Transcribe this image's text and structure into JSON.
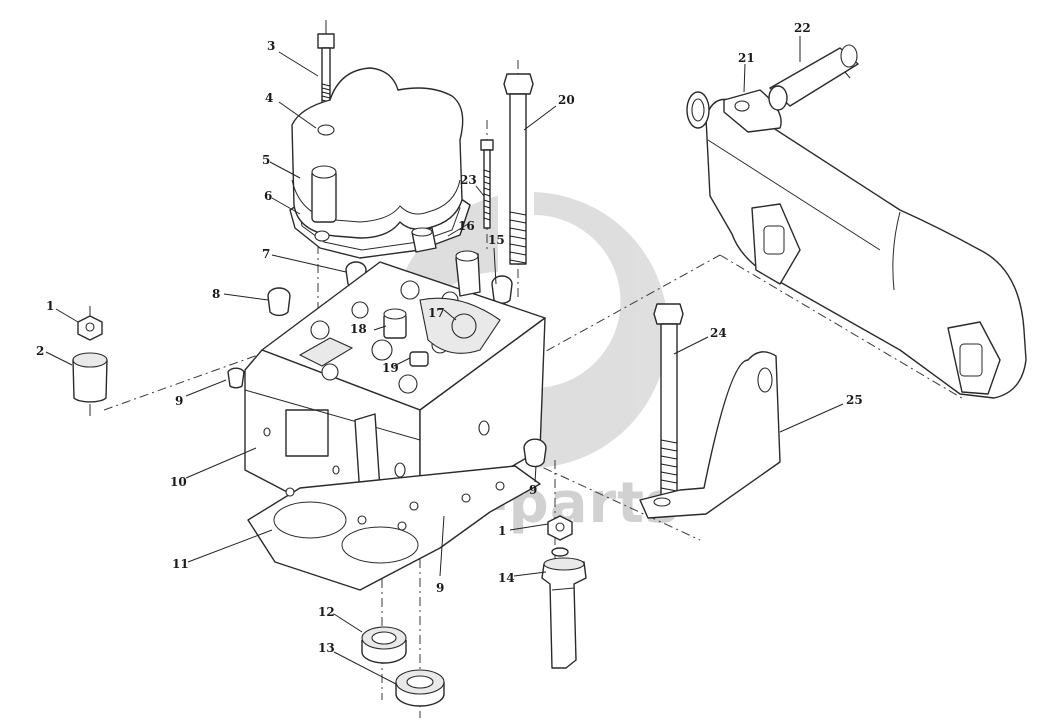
{
  "diagram": {
    "part_numbers": [
      {
        "id": "p22",
        "label": "22"
      },
      {
        "id": "p3",
        "label": "3"
      },
      {
        "id": "p21",
        "label": "21"
      },
      {
        "id": "p20",
        "label": "20"
      },
      {
        "id": "p4",
        "label": "4"
      },
      {
        "id": "p23",
        "label": "23"
      },
      {
        "id": "p5",
        "label": "5"
      },
      {
        "id": "p6",
        "label": "6"
      },
      {
        "id": "p16a",
        "label": "16"
      },
      {
        "id": "p15",
        "label": "15"
      },
      {
        "id": "p7",
        "label": "7"
      },
      {
        "id": "p8",
        "label": "8"
      },
      {
        "id": "p1a",
        "label": "1"
      },
      {
        "id": "p17",
        "label": "17"
      },
      {
        "id": "p24",
        "label": "24"
      },
      {
        "id": "p18",
        "label": "18"
      },
      {
        "id": "p2",
        "label": "2"
      },
      {
        "id": "p19",
        "label": "19"
      },
      {
        "id": "p9a",
        "label": "9"
      },
      {
        "id": "p25",
        "label": "25"
      },
      {
        "id": "p10",
        "label": "10"
      },
      {
        "id": "p9b",
        "label": "9"
      },
      {
        "id": "p1b",
        "label": "1"
      },
      {
        "id": "p11",
        "label": "11"
      },
      {
        "id": "p14",
        "label": "14"
      },
      {
        "id": "p9c",
        "label": "9"
      },
      {
        "id": "p12",
        "label": "12"
      },
      {
        "id": "p13",
        "label": "13"
      }
    ],
    "watermark": {
      "text": "dals-parts",
      "logo": "dp-logo-icon"
    }
  }
}
